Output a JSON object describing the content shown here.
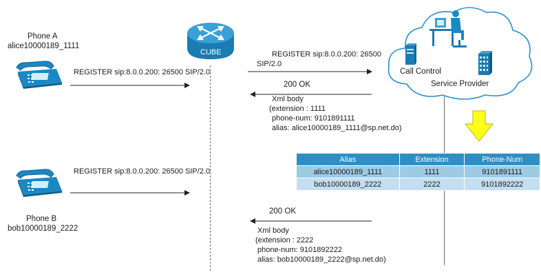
{
  "phone_a": {
    "name": "Phone A",
    "id": "alice10000189_1111"
  },
  "phone_b": {
    "name": "Phone B",
    "id": "bob10000189_2222"
  },
  "cube": {
    "label": "CUBE"
  },
  "cloud": {
    "call_control": "Call Control",
    "service_provider": "Service Provider"
  },
  "messages": {
    "register_a": "REGISTER sip:8.0.0.200: 26500 SIP/2.0",
    "register_b": "REGISTER sip:8.0.0.200: 26500 SIP/2.0",
    "register_sp_line1": "REGISTER sip:8.0.0.200: 26500",
    "register_sp_line2": "SIP/2.0",
    "ok_a": "200 OK",
    "ok_b": "200 OK"
  },
  "xml_a": [
    "Xml body",
    "(extension : 1111",
    "phone-num: 9101891111",
    "alias: alice10000189_1111@sp.net.do)"
  ],
  "xml_b": [
    "Xml body",
    "(extension : 2222",
    "phone-num: 9101892222",
    "alias: bob10000189_2222@sp.net.do)"
  ],
  "table": {
    "headers": [
      "Alias",
      "Extension",
      "Phone-Num"
    ],
    "rows": [
      [
        "alice10000189_1111",
        "1111",
        "9101891111"
      ],
      [
        "bob10000189_2222",
        "2222",
        "9101892222"
      ]
    ]
  },
  "colors": {
    "phone": "#1a88c4",
    "router": "#2a8fca",
    "cloud_stroke": "#2a8fca",
    "arrow_down": "#ffff1a",
    "table_header": "#2f8fc3"
  },
  "icons": [
    "telephone-icon",
    "router-icon",
    "person-at-desk-icon",
    "server-icon",
    "building-icon",
    "down-arrow-icon"
  ]
}
